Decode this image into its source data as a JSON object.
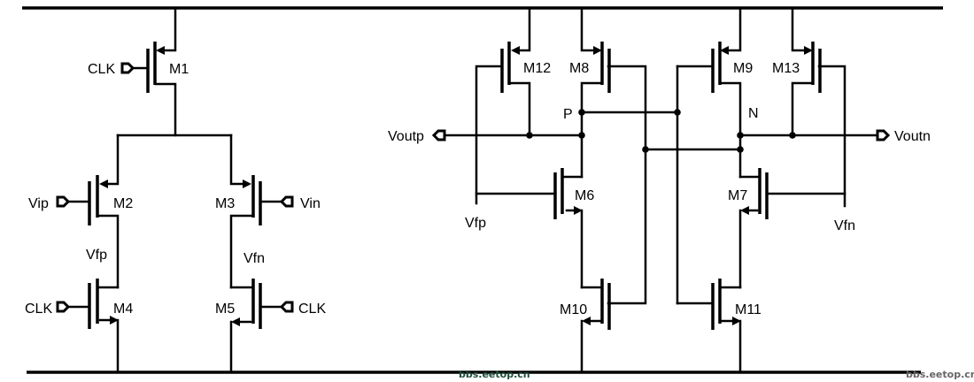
{
  "title": "Dynamic comparator schematic",
  "transistors": {
    "m1": "M1",
    "m2": "M2",
    "m3": "M3",
    "m4": "M4",
    "m5": "M5",
    "m6": "M6",
    "m7": "M7",
    "m8": "M8",
    "m9": "M9",
    "m10": "M10",
    "m11": "M11",
    "m12": "M12",
    "m13": "M13"
  },
  "ports": {
    "clk": "CLK",
    "vip": "Vip",
    "vin": "Vin",
    "voutp": "Voutp",
    "voutn": "Voutn"
  },
  "nets": {
    "vfp": "Vfp",
    "vfn": "Vfn",
    "p": "P",
    "n": "N"
  },
  "watermark": "bbs.eetop.cn",
  "colors": {
    "wire": "#000000",
    "watermark_left": "#1f4d3a",
    "watermark_right": "#666666"
  }
}
